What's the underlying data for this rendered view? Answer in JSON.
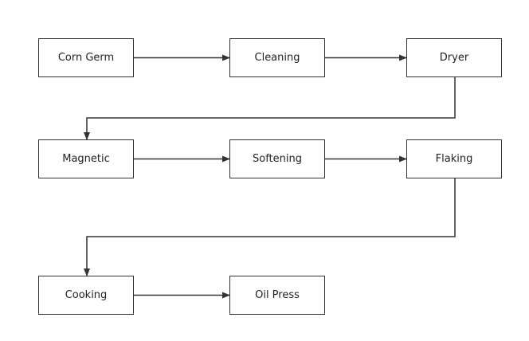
{
  "colors": {
    "stroke": "#333333",
    "text": "#222222",
    "background": "#ffffff"
  },
  "nodes": [
    {
      "id": "corn-germ",
      "label": "Corn Germ"
    },
    {
      "id": "cleaning",
      "label": "Cleaning"
    },
    {
      "id": "dryer",
      "label": "Dryer"
    },
    {
      "id": "magnetic",
      "label": "Magnetic"
    },
    {
      "id": "softening",
      "label": "Softening"
    },
    {
      "id": "flaking",
      "label": "Flaking"
    },
    {
      "id": "cooking",
      "label": "Cooking"
    },
    {
      "id": "oil-press",
      "label": "Oil Press"
    }
  ],
  "edges": [
    {
      "from": "corn-germ",
      "to": "cleaning"
    },
    {
      "from": "cleaning",
      "to": "dryer"
    },
    {
      "from": "dryer",
      "to": "magnetic"
    },
    {
      "from": "magnetic",
      "to": "softening"
    },
    {
      "from": "softening",
      "to": "flaking"
    },
    {
      "from": "flaking",
      "to": "cooking"
    },
    {
      "from": "cooking",
      "to": "oil-press"
    }
  ]
}
